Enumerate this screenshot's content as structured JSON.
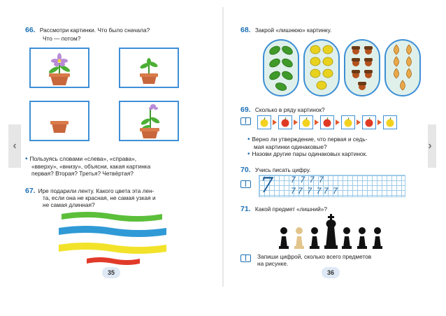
{
  "navigation": {
    "prev_icon": "chevron-left-icon",
    "next_icon": "chevron-right-icon",
    "prev_glyph": "‹",
    "next_glyph": "›"
  },
  "left_page": {
    "page_number": "35",
    "ex66": {
      "number": "66.",
      "line1": "Рассмотри   картинки.   Что   было   сначала?",
      "line2": "Что  —  потом?",
      "pictures": [
        "flower-pot-large-flower",
        "flower-pot-sprout",
        "flower-pot-empty",
        "flower-pot-bud-flower"
      ],
      "bullet_lines": [
        "Пользуясь       словами      «слева»,       «справа»,",
        "«вверху»,   «внизу»,  объясни,  какая  картинка",
        "первая?  Вторая?  Третья?  Четвёртая?"
      ]
    },
    "ex67": {
      "number": "67.",
      "lines": [
        "Ире  подарили  ленту.  Какого  цвета  эта  лен-",
        "та,  если  она  не  красная,  не  самая  узкая  и",
        "не  самая  длинная?"
      ],
      "ribbon_colors": [
        "#5bbf3a",
        "#2f9ad6",
        "#f2e32a",
        "#e23a2a"
      ]
    }
  },
  "right_page": {
    "page_number": "36",
    "ex68": {
      "number": "68.",
      "text": "Закрой  «лишнюю»  картинку.",
      "groups": [
        "leaves",
        "lemons",
        "acorns",
        "onions"
      ]
    },
    "ex69": {
      "number": "69.",
      "text": "Сколько   в   ряду   картинок?",
      "fruits": [
        "yellow",
        "red",
        "yellow",
        "red",
        "yellow",
        "red",
        "yellow"
      ],
      "bullet_lines": [
        "Верно  ли  утверждение,  что  первая  и  седь-",
        "мая  картинки  одинаковые?"
      ],
      "bullet2": "Назови  другие  пары  одинаковых  картинок."
    },
    "ex70": {
      "number": "70.",
      "text": "Учись   писать   цифру.",
      "digit": "7",
      "row1": "7  7  7  7",
      "row2": "7 7  7  7 7  7"
    },
    "ex71": {
      "number": "71.",
      "text": "Какой  предмет  «лишний»?",
      "pieces": [
        "pawn-black",
        "pawn-beige",
        "pawn-black",
        "king-black",
        "pawn-black",
        "pawn-black",
        "pawn-black"
      ],
      "task_line1": "Запиши   цифрой,   сколько   всего   предметов",
      "task_line2": "на  рисунке."
    }
  },
  "colors": {
    "accent_blue": "#1b6fb5",
    "frame_blue": "#3d8fd6",
    "pot": "#c8673c"
  }
}
